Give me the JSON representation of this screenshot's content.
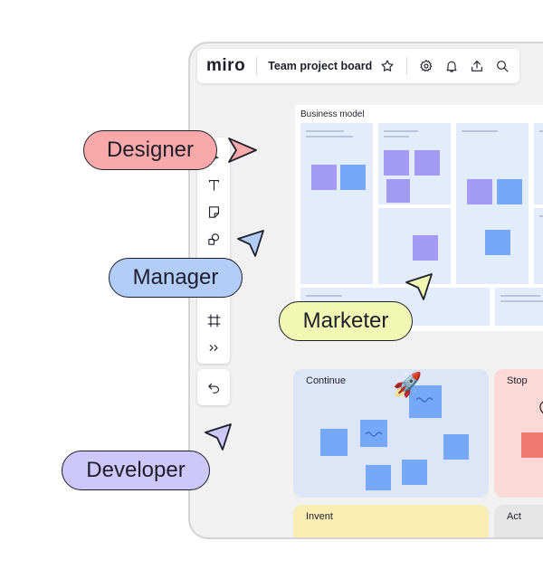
{
  "app": {
    "logo": "miro",
    "board_title": "Team project board"
  },
  "topbar_icons": [
    "star-icon",
    "gear-icon",
    "bell-icon",
    "upload-icon",
    "search-icon"
  ],
  "toolbar_tools": [
    "select-icon",
    "text-icon",
    "sticky-note-icon",
    "shapes-icon",
    "pen-icon",
    "frame-icon",
    "more-tools-icon"
  ],
  "undo_tool": "undo-icon",
  "business_model": {
    "title": "Business model"
  },
  "retro": {
    "continue_label": "Continue",
    "stop_label": "Stop",
    "invent_label": "Invent",
    "act_label": "Act"
  },
  "collaborators": [
    {
      "label": "Designer",
      "color": "#f9a9a9"
    },
    {
      "label": "Manager",
      "color": "#b3cdfb"
    },
    {
      "label": "Marketer",
      "color": "#f1f8b4"
    },
    {
      "label": "Developer",
      "color": "#cdc7fa"
    }
  ],
  "colors": {
    "sticky_purple": "#a39af3",
    "sticky_blue": "#75a8f6",
    "sticky_red": "#f07a72",
    "section_continue": "#dde6f6",
    "section_stop": "#fbd9d7",
    "section_invent": "#f9edb3",
    "section_act": "#e5e5e5"
  }
}
